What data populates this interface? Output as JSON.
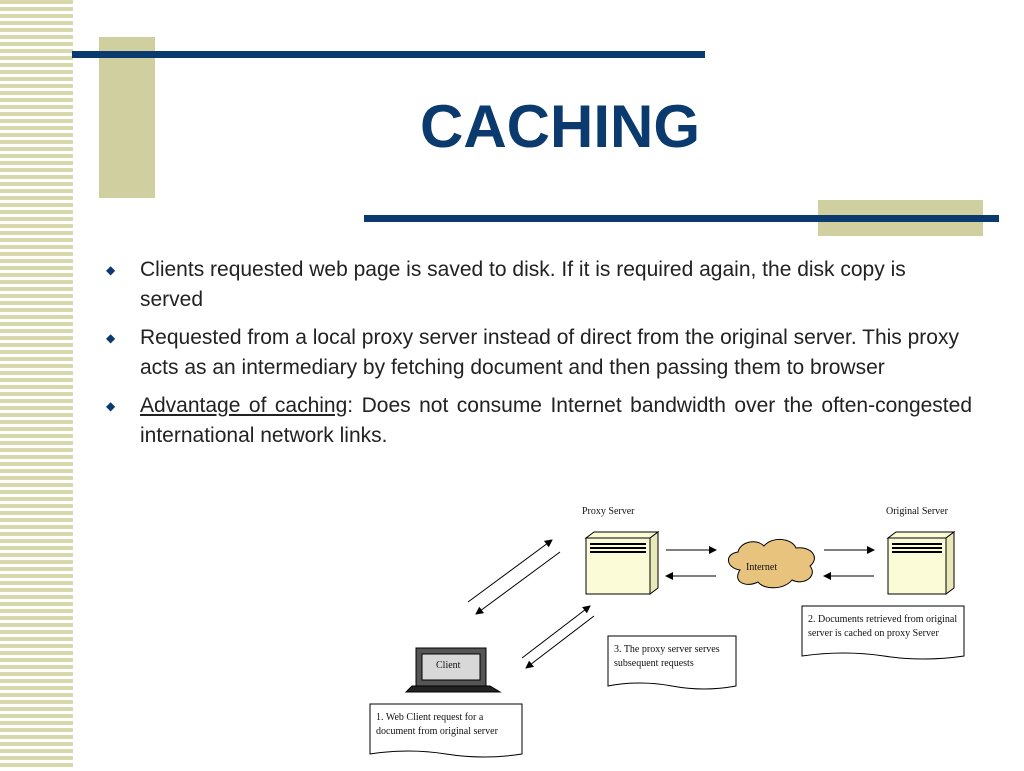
{
  "slide": {
    "title": "CACHING",
    "accent_color": "#0b3a6e",
    "deco_color": "#cfcf9f"
  },
  "bullets": [
    {
      "text": "Clients requested web page is saved to disk. If it is required again, the disk copy is served"
    },
    {
      "text": "Requested from a local proxy server instead of direct from the original server. This proxy acts as an intermediary by fetching document and then passing them to browser"
    },
    {
      "link_text": "Advantage of caching",
      "text": ": Does not consume Internet bandwidth over the often-congested international network links."
    }
  ],
  "diagram": {
    "proxy_label": "Proxy Server",
    "origin_label": "Original Server",
    "internet_label": "Internet",
    "client_label": "Client",
    "note1_line1": "1. Web Client request for a",
    "note1_line2": "document from original server",
    "note2_line1": "2. Documents retrieved from original",
    "note2_line2": "server is cached on proxy Server",
    "note3_line1": "3. The proxy server serves",
    "note3_line2": "subsequent requests"
  }
}
